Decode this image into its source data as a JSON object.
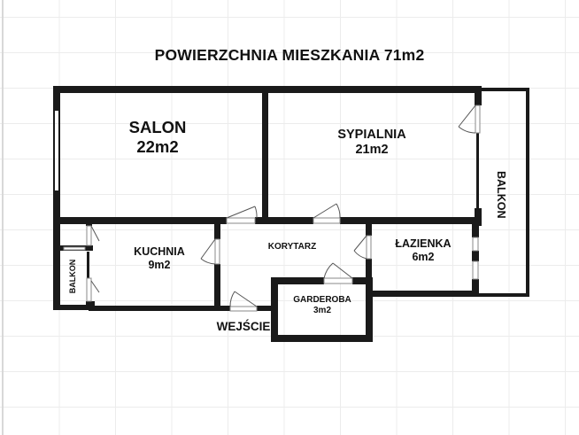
{
  "title": "POWIERZCHNIA MIESZKANIA 71m2",
  "rooms": {
    "salon": {
      "name": "SALON",
      "area": "22m2"
    },
    "sypialnia": {
      "name": "SYPIALNIA",
      "area": "21m2"
    },
    "kuchnia": {
      "name": "KUCHNIA",
      "area": "9m2"
    },
    "korytarz": {
      "name": "KORYTARZ"
    },
    "lazienka": {
      "name": "ŁAZIENKA",
      "area": "6m2"
    },
    "garderoba": {
      "name": "GARDEROBA",
      "area": "3m2"
    },
    "balkon_large": {
      "name": "BALKON"
    },
    "balkon_small": {
      "name": "BALKON"
    }
  },
  "entrance": {
    "label": "WEJŚCIE"
  },
  "colors": {
    "wall": "#1a1a1a",
    "grid": "#ececec",
    "background": "#ffffff",
    "door_line": "#555555"
  }
}
